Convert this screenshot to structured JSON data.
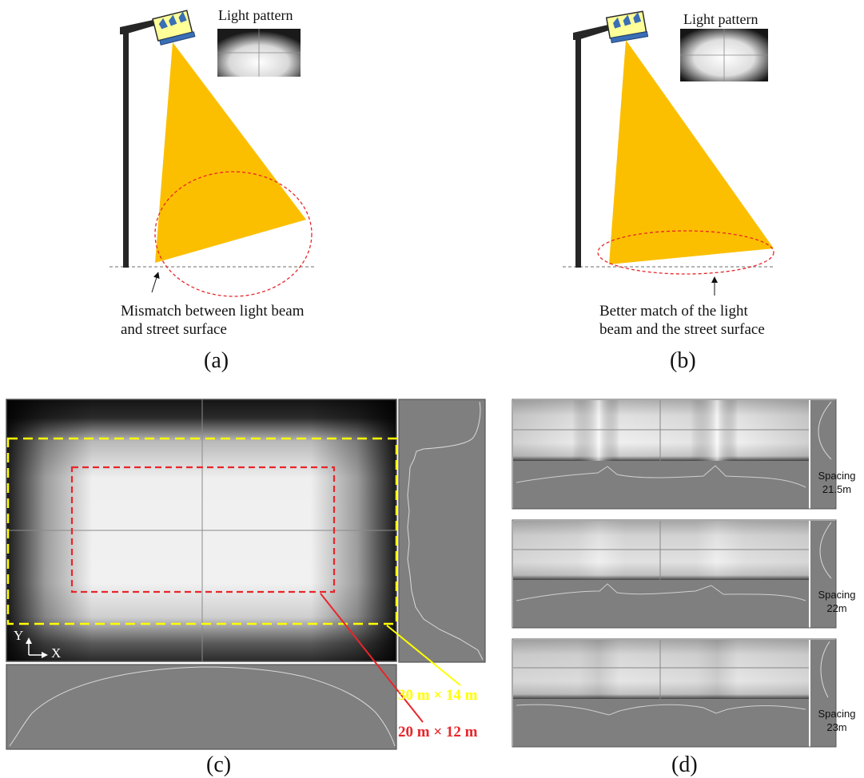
{
  "panels": {
    "a": {
      "tag": "(a)",
      "light_pattern_label": "Light pattern",
      "note_line1": "Mismatch between light beam",
      "note_line2": "and street surface"
    },
    "b": {
      "tag": "(b)",
      "light_pattern_label": "Light pattern",
      "note_line1": "Better match of the light",
      "note_line2": "beam and the street surface"
    },
    "c": {
      "tag": "(c)",
      "axis_y": "Y",
      "axis_x": "X",
      "outer_region": "30 m × 14 m",
      "inner_region": "20 m × 12 m"
    },
    "d": {
      "tag": "(d)",
      "strips": [
        {
          "label": "Spacing",
          "value": "21.5m"
        },
        {
          "label": "Spacing",
          "value": "22m"
        },
        {
          "label": "Spacing",
          "value": "23m"
        }
      ]
    }
  },
  "colors": {
    "beam": "#FBBF00",
    "outer_box": "#FFFF00",
    "inner_box": "#E8262A",
    "panel_gray": "#7F7F7F"
  }
}
